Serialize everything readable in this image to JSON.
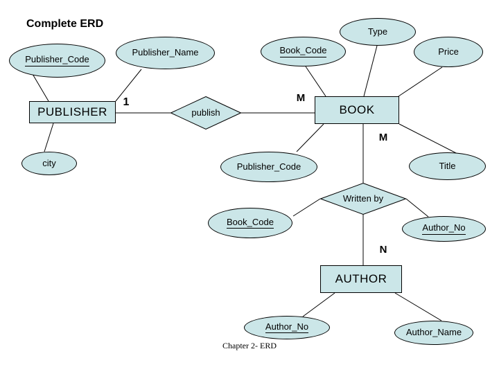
{
  "slide": {
    "title": "Complete ERD",
    "footer": "Chapter 2- ERD"
  },
  "entities": {
    "publisher": "PUBLISHER",
    "book": "BOOK",
    "author": "AUTHOR"
  },
  "relationships": {
    "publish": "publish",
    "written_by": "Written by"
  },
  "attributes": {
    "publisher_code_pk": "Publisher_Code",
    "publisher_name": "Publisher_Name",
    "city": "city",
    "book_code_pk": "Book_Code",
    "type": "Type",
    "price": "Price",
    "publisher_code_fk": "Publisher_Code",
    "title": "Title",
    "book_code_fk": "Book_Code",
    "author_no_link": "Author_No",
    "author_no_pk": "Author_No",
    "author_name": "Author_Name"
  },
  "cardinalities": {
    "publisher_publish": "1",
    "publish_book": "M",
    "book_written_by": "M",
    "written_by_author": "N"
  },
  "colors": {
    "shape_fill": "#cbe6e8",
    "shape_border": "#000000",
    "background": "#ffffff",
    "line": "#000000",
    "text": "#000000"
  }
}
